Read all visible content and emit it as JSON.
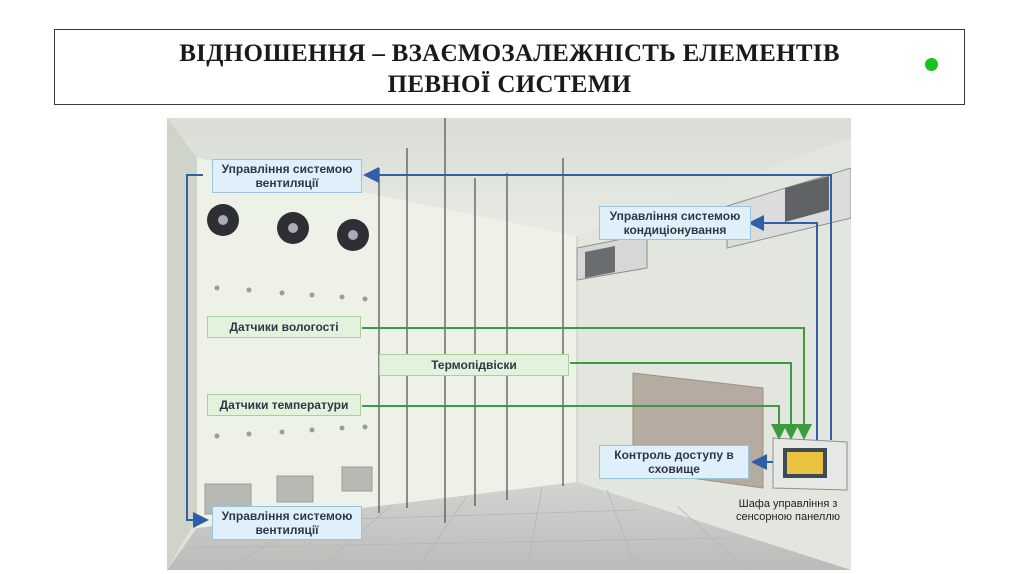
{
  "title": {
    "line1": "ВІДНОШЕННЯ – ВЗАЄМОЗАЛЕЖНІСТЬ ЕЛЕМЕНТІВ",
    "line2": "ПЕВНОЇ СИСТЕМИ"
  },
  "accent_dot_color": "#19c21c",
  "diagram": {
    "labels": {
      "vent_top": "Управління системою вентиляції",
      "ac": "Управління системою кондиціонування",
      "humidity": "Датчики вологості",
      "thermo": "Термопідвіски",
      "temperature": "Датчики температури",
      "access": "Контроль доступу в сховище",
      "vent_bottom": "Управління системою вентиляції",
      "cabinet": "Шафа управління з сенсорною панеллю"
    },
    "colors": {
      "blue_line": "#2f5fa8",
      "green_line": "#3e9a3e",
      "wall": "#e6eadf",
      "floor": "#c9ccc8"
    }
  }
}
